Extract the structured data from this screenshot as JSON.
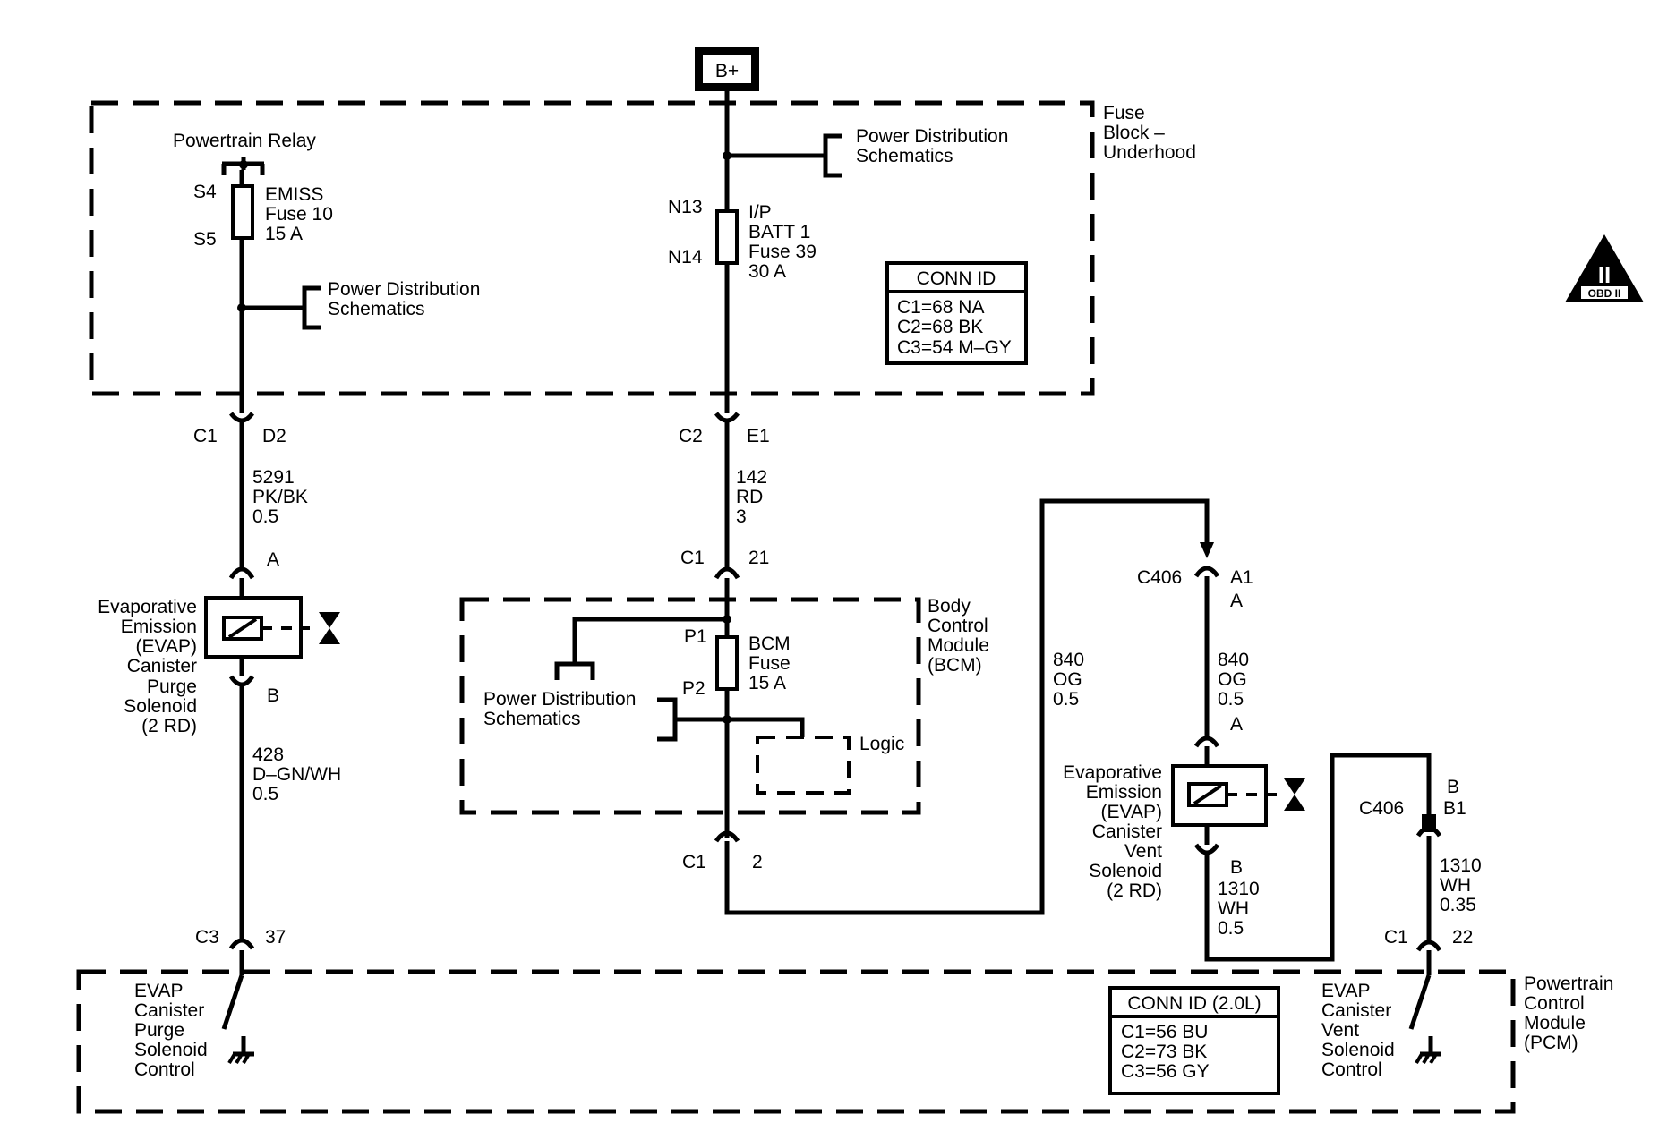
{
  "supply": {
    "label": "B+"
  },
  "fuse_block": {
    "name": [
      "Fuse",
      "Block –",
      "Underhood"
    ],
    "relay_label": "Powertrain Relay",
    "emiss_fuse": {
      "pin_top": "S4",
      "pin_bottom": "S5",
      "lines": [
        "EMISS",
        "Fuse 10",
        "15 A"
      ]
    },
    "batt_fuse": {
      "pin_top": "N13",
      "pin_bottom": "N14",
      "lines": [
        "I/P",
        "BATT 1",
        "Fuse 39",
        "30 A"
      ]
    },
    "pds_left": [
      "Power Distribution",
      "Schematics"
    ],
    "pds_right": [
      "Power Distribution",
      "Schematics"
    ],
    "conn_id": {
      "title": "CONN ID",
      "rows": [
        "C1=68 NA",
        "C2=68 BK",
        "C3=54 M–GY"
      ]
    }
  },
  "obd_badge": {
    "top": "II",
    "bottom": "OBD II"
  },
  "connectors": {
    "c1_d2": {
      "conn": "C1",
      "pin": "D2"
    },
    "c2_e1": {
      "conn": "C2",
      "pin": "E1"
    },
    "c1_21": {
      "conn": "C1",
      "pin": "21"
    },
    "c1_2": {
      "conn": "C1",
      "pin": "2"
    },
    "c3_37": {
      "conn": "C3",
      "pin": "37"
    },
    "c406_a1": {
      "conn": "C406",
      "pin": "A1",
      "sub": "A"
    },
    "c406_b1": {
      "conn": "C406",
      "pin": "B1",
      "sub": "B"
    },
    "c1_22": {
      "conn": "C1",
      "pin": "22"
    },
    "purge_a": "A",
    "purge_b": "B",
    "vent_a": "A",
    "vent_b": "B"
  },
  "wires": {
    "w5291": [
      "5291",
      "PK/BK",
      "0.5"
    ],
    "w142": [
      "142",
      "RD",
      "3"
    ],
    "w428": [
      "428",
      "D–GN/WH",
      "0.5"
    ],
    "w840_left": [
      "840",
      "OG",
      "0.5"
    ],
    "w840_right": [
      "840",
      "OG",
      "0.5"
    ],
    "w1310_left": [
      "1310",
      "WH",
      "0.5"
    ],
    "w1310_right": [
      "1310",
      "WH",
      "0.35"
    ]
  },
  "purge_solenoid": {
    "lines": [
      "Evaporative",
      "Emission",
      "(EVAP)",
      "Canister",
      "Purge",
      "Solenoid",
      "(2 RD)"
    ]
  },
  "vent_solenoid": {
    "lines": [
      "Evaporative",
      "Emission",
      "(EVAP)",
      "Canister",
      "Vent",
      "Solenoid",
      "(2 RD)"
    ]
  },
  "bcm": {
    "name": [
      "Body",
      "Control",
      "Module",
      "(BCM)"
    ],
    "fuse": {
      "pin_top": "P1",
      "pin_bottom": "P2",
      "lines": [
        "BCM",
        "Fuse",
        "15 A"
      ]
    },
    "pds": [
      "Power Distribution",
      "Schematics"
    ],
    "logic": "Logic"
  },
  "pcm": {
    "name": [
      "Powertrain",
      "Control",
      "Module",
      "(PCM)"
    ],
    "purge_ctrl": [
      "EVAP",
      "Canister",
      "Purge",
      "Solenoid",
      "Control"
    ],
    "vent_ctrl": [
      "EVAP",
      "Canister",
      "Vent",
      "Solenoid",
      "Control"
    ],
    "conn_id": {
      "title": "CONN ID (2.0L)",
      "rows": [
        "C1=56 BU",
        "C2=73 BK",
        "C3=56 GY"
      ]
    }
  }
}
